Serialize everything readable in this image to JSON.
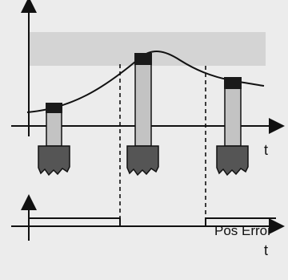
{
  "diagram": {
    "top_axis_label": "t",
    "bottom_axis_label": "t",
    "status_label": "Pos Error",
    "colors": {
      "background": "#ececec",
      "band": "#d4d4d4",
      "ink": "#111111",
      "pillar_fill": "#c3c3c3",
      "tool_fill": "#555555",
      "cap_fill": "#1a1a1a"
    }
  }
}
